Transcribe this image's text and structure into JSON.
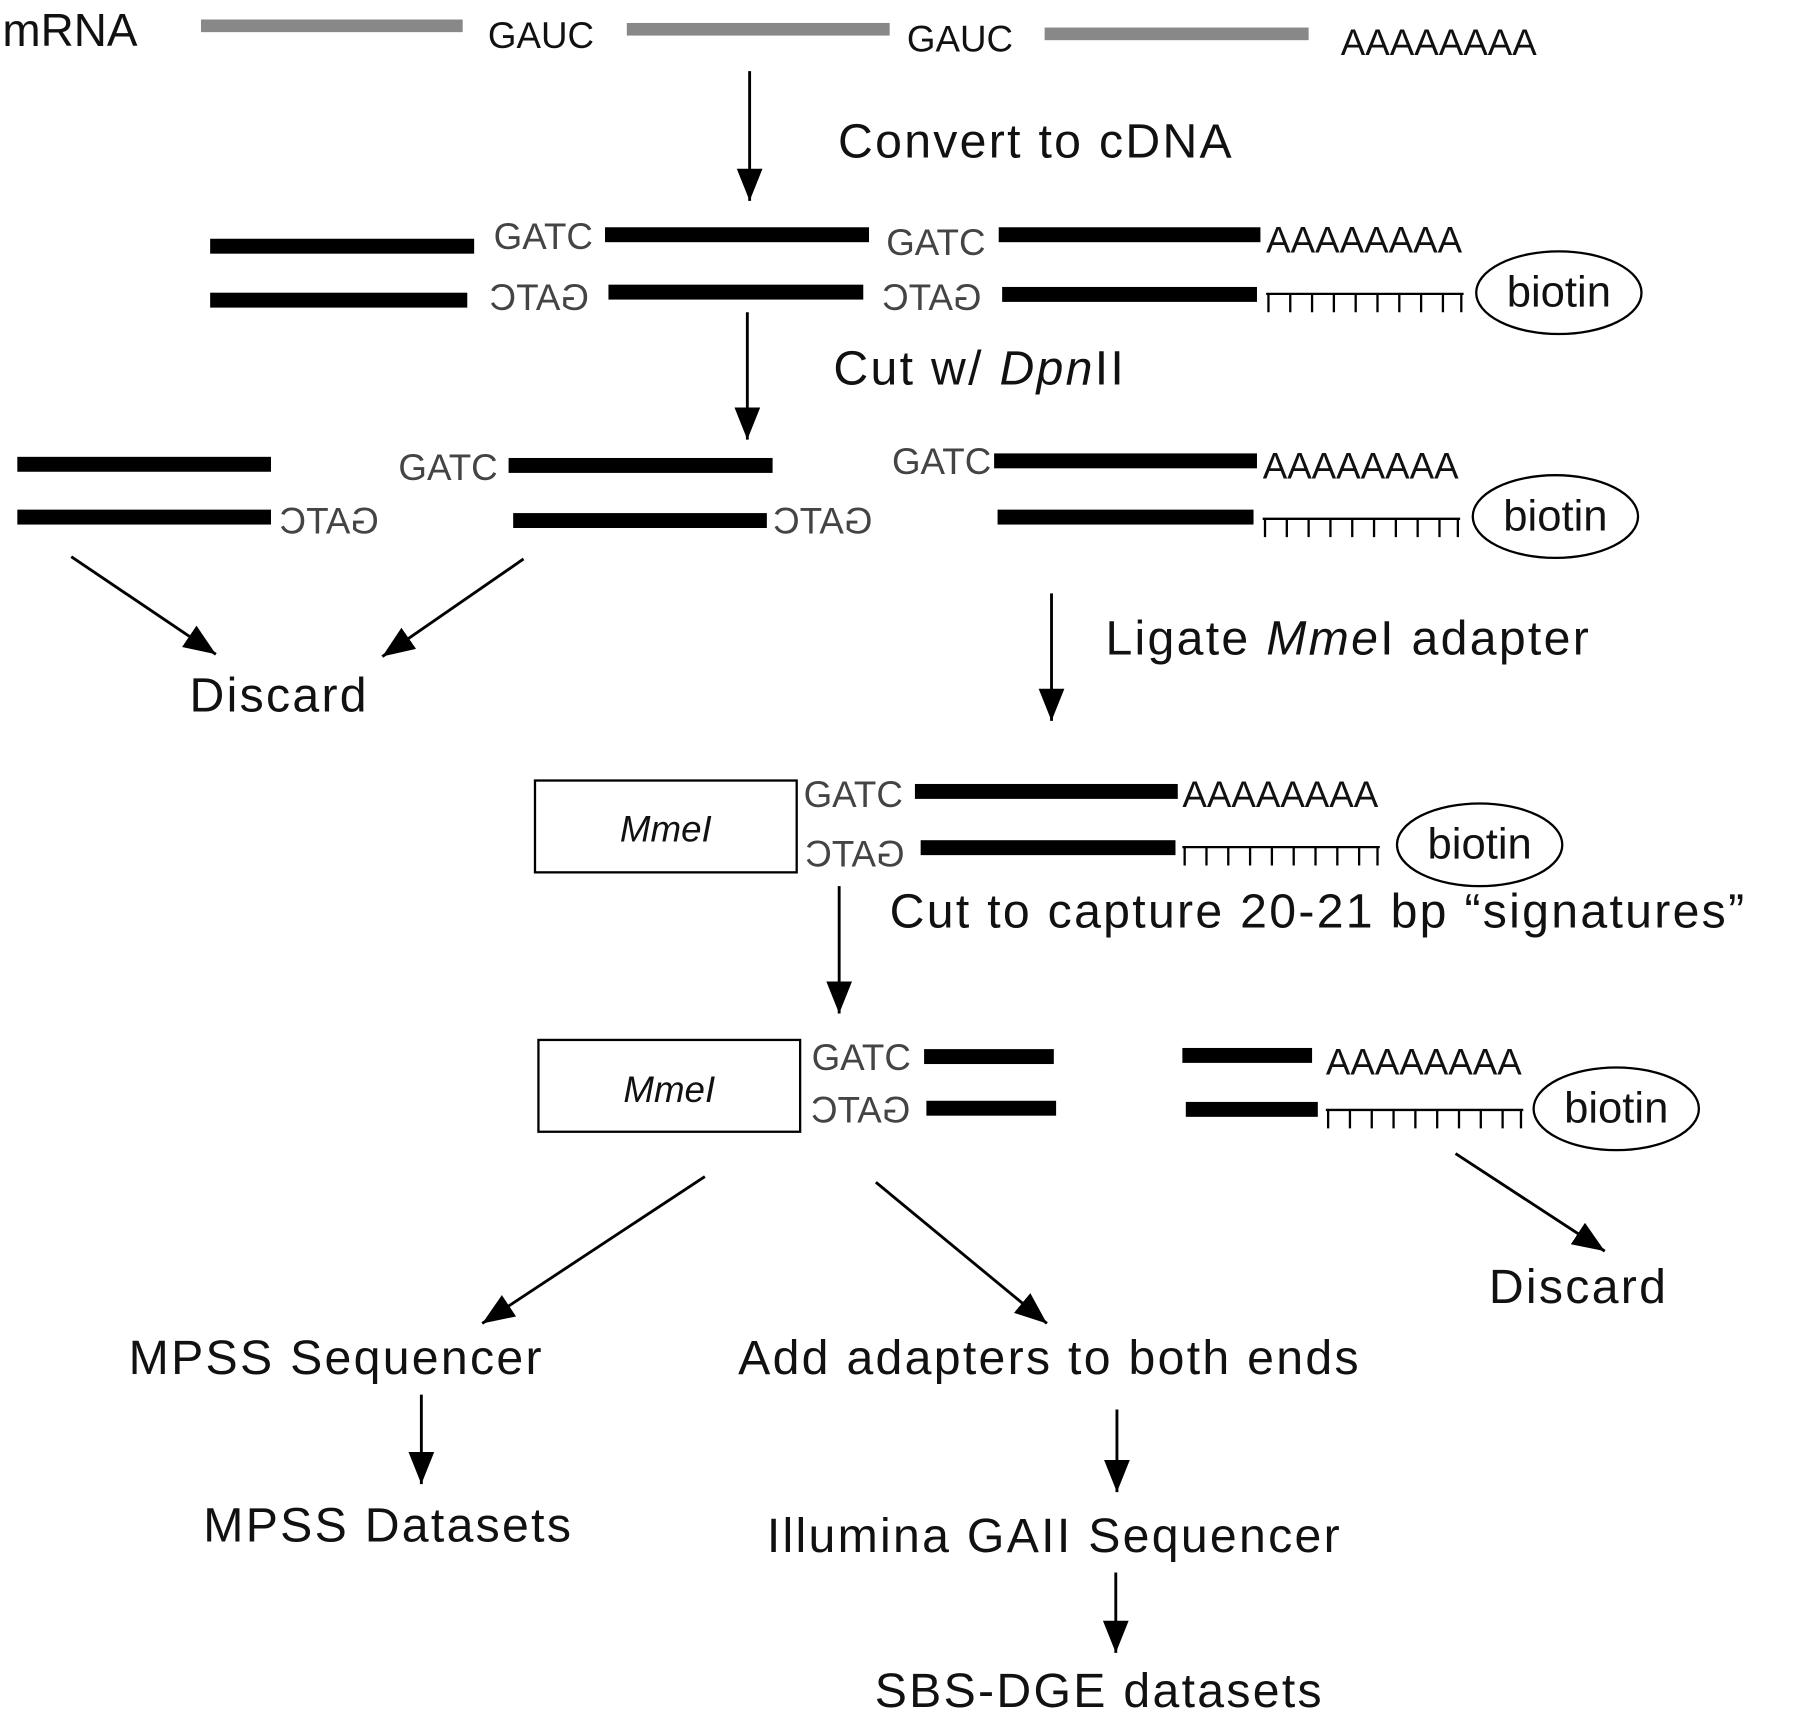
{
  "labels": {
    "mrna": "mRNA",
    "gauc": "GAUC",
    "polyA": "AAAAAAAA",
    "gatc": "GATC",
    "biotin": "biotin",
    "convert": "Convert to cDNA",
    "cut_prefix": "Cut w/ ",
    "cut_enzyme": "Dpn",
    "cut_suffix": "II",
    "discard": "Discard",
    "ligate_prefix": "Ligate ",
    "ligate_enzyme": "Mme",
    "ligate_suffix": "I adapter",
    "mmei": "MmeI",
    "capture": "Cut to capture 20-21 bp “signatures”",
    "mpss_sequencer": "MPSS Sequencer",
    "add_adapters": "Add adapters to both ends",
    "mpss_datasets": "MPSS Datasets",
    "illumina": "Illumina GAII Sequencer",
    "sbs_dge": "SBS-DGE datasets"
  },
  "colors": {
    "mrna_strand": "#888888",
    "dna_strand": "#000000",
    "site_text": "#444444"
  }
}
